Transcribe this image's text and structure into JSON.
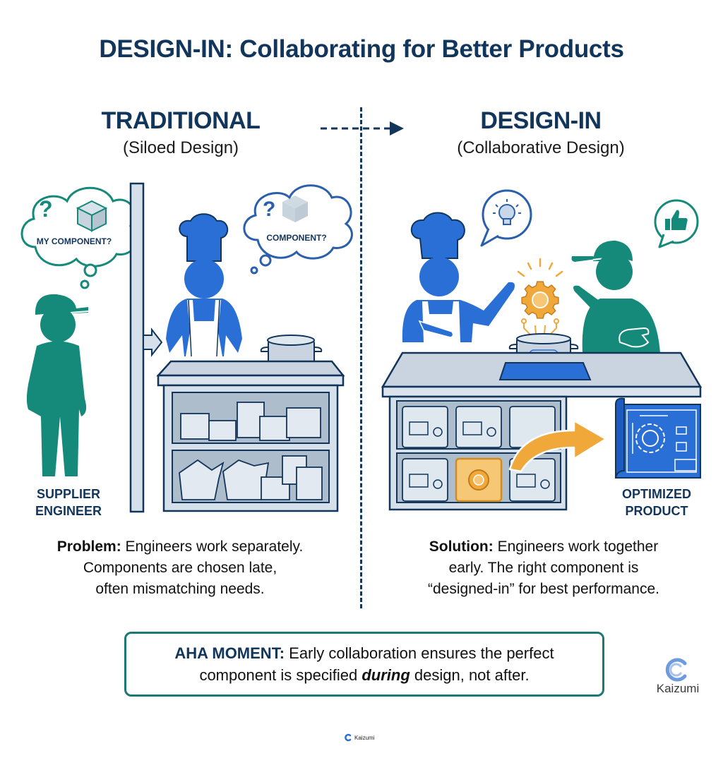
{
  "title": "DESIGN-IN: Collaborating for Better Products",
  "left": {
    "heading": "TRADITIONAL",
    "subheading": "(Siloed Design)",
    "supplier_thought": "MY COMPONENT?",
    "chef_thought": "COMPONENT?",
    "supplier_label_line1": "SUPPLIER",
    "supplier_label_line2": "ENGINEER",
    "problem_label": "Problem:",
    "problem_line1": " Engineers work separately.",
    "problem_line2": "Components are chosen late,",
    "problem_line3": "often mismatching needs."
  },
  "right": {
    "heading": "DESIGN-IN",
    "subheading": "(Collaborative Design)",
    "product_label_line1": "OPTIMIZED",
    "product_label_line2": "PRODUCT",
    "solution_label": "Solution:",
    "solution_line1": " Engineers work together",
    "solution_line2": "early. The right component is",
    "solution_line3": "“designed-in” for best performance."
  },
  "aha": {
    "label": "AHA MOMENT:",
    "line1_rest": " Early collaboration ensures the perfect",
    "line2_pre": "component is specified ",
    "line2_emph": "during",
    "line2_post": " design, not after."
  },
  "brand": {
    "name": "Kaizumi",
    "footer_name": "Kaizumi"
  },
  "icons": {
    "question": "?",
    "lightbulb": "lightbulb-icon",
    "thumbs_up": "thumbs-up-icon",
    "gear": "gear-icon"
  },
  "colors": {
    "navy": "#12355b",
    "chef_blue": "#2a6fd6",
    "supplier_teal": "#158a7a",
    "accent_orange": "#f0a83a",
    "counter_gray": "#c9d4e0",
    "box_border": "#1a7a72"
  }
}
